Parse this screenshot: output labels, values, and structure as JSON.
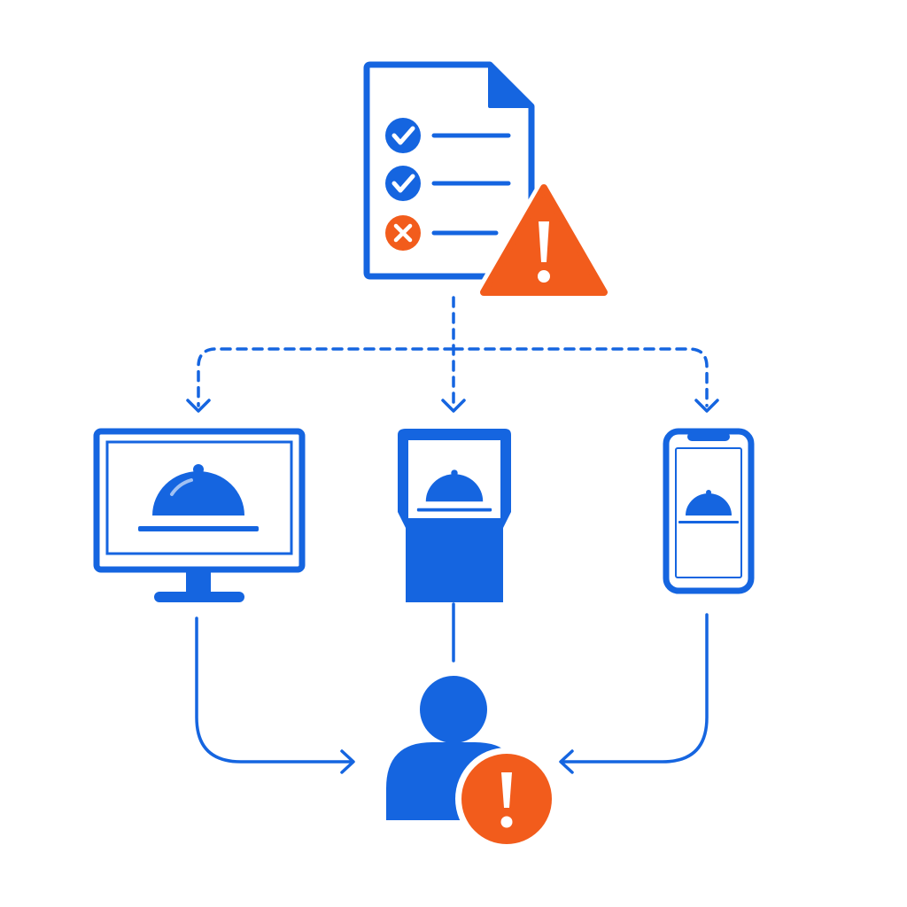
{
  "colors": {
    "primary": "#1565e0",
    "alert": "#f25c1c",
    "background": "#ffffff"
  },
  "document": {
    "icon": "checklist-document-icon",
    "items": [
      {
        "status": "check",
        "icon": "check-circle-icon"
      },
      {
        "status": "check",
        "icon": "check-circle-icon"
      },
      {
        "status": "cross",
        "icon": "x-circle-icon"
      }
    ],
    "warning_icon": "warning-triangle-icon"
  },
  "devices": [
    {
      "id": "desktop",
      "icon": "desktop-monitor-icon",
      "screen_icon": "food-cloche-icon"
    },
    {
      "id": "kiosk",
      "icon": "kiosk-terminal-icon",
      "screen_icon": "food-cloche-icon"
    },
    {
      "id": "phone",
      "icon": "smartphone-icon",
      "screen_icon": "food-cloche-icon"
    }
  ],
  "user": {
    "icon": "user-icon",
    "alert_icon": "exclamation-circle-icon"
  },
  "connectors": {
    "document_to_devices": "dashed",
    "devices_to_user": "solid"
  }
}
